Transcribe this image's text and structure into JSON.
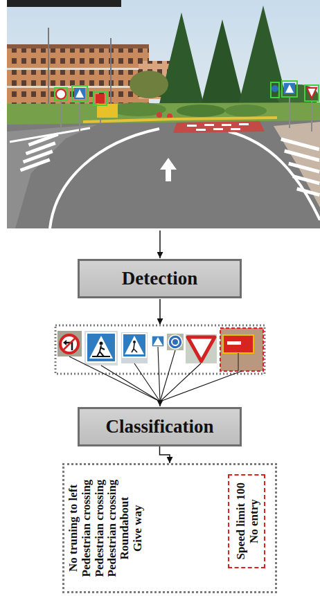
{
  "diagram": {
    "nodes": [
      {
        "text": [
          "Detection"
        ]
      },
      {
        "text": [
          "Classification"
        ]
      },
      {
        "text": [
          "No truning to left",
          "Pedestrian crossing",
          "Pedestrian crossing",
          "Pedestrian crossing",
          "Roundabout",
          "Give way"
        ]
      },
      {
        "text": [
          "Speed limit 100",
          "No entry"
        ],
        "in": 2
      }
    ],
    "edges": [
      {
        "from": 1,
        "to": 2,
        "arrow": "to"
      }
    ]
  }
}
